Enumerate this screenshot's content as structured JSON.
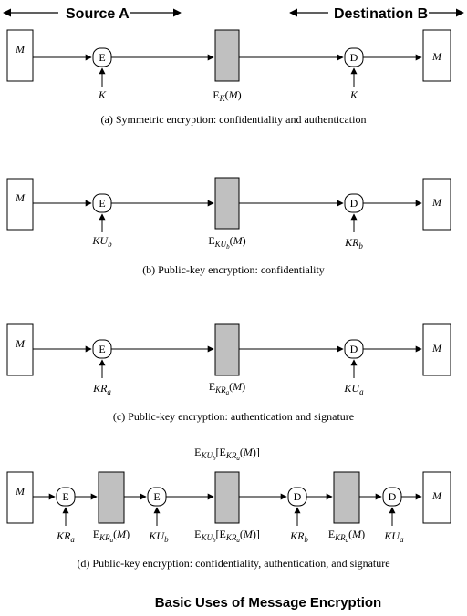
{
  "header": {
    "source": "Source A",
    "destination": "Destination B"
  },
  "diagrams": [
    {
      "caption": "(a) Symmetric encryption: confidentiality and authentication",
      "plaintext_in": "M",
      "plaintext_out": "M",
      "encrypt": "E",
      "decrypt": "D",
      "encrypt_key": "K",
      "decrypt_key": "K",
      "ciphertext": "E_K(M)"
    },
    {
      "caption": "(b) Public-key encryption: confidentiality",
      "plaintext_in": "M",
      "plaintext_out": "M",
      "encrypt": "E",
      "decrypt": "D",
      "encrypt_key": "KU_b",
      "decrypt_key": "KR_b",
      "ciphertext": "E_KU_b(M)"
    },
    {
      "caption": "(c) Public-key encryption: authentication and signature",
      "plaintext_in": "M",
      "plaintext_out": "M",
      "encrypt": "E",
      "decrypt": "D",
      "encrypt_key": "KR_a",
      "decrypt_key": "KU_a",
      "ciphertext": "E_KR_a(M)"
    },
    {
      "caption": "(d) Public-key encryption: confidentiality, authentication, and signature",
      "plaintext_in": "M",
      "plaintext_out": "M",
      "nodes": [
        "E",
        "E",
        "D",
        "D"
      ],
      "keys": [
        "KR_a",
        "KU_b",
        "KR_b",
        "KU_a"
      ],
      "ciphertexts": [
        "E_KR_a(M)",
        "E_KU_b[E_KR_a(M)]",
        "E_KR_a(M)"
      ],
      "top_label": "E_KU_b[E_KR_a(M)]"
    }
  ],
  "title": "Basic Uses of Message Encryption"
}
